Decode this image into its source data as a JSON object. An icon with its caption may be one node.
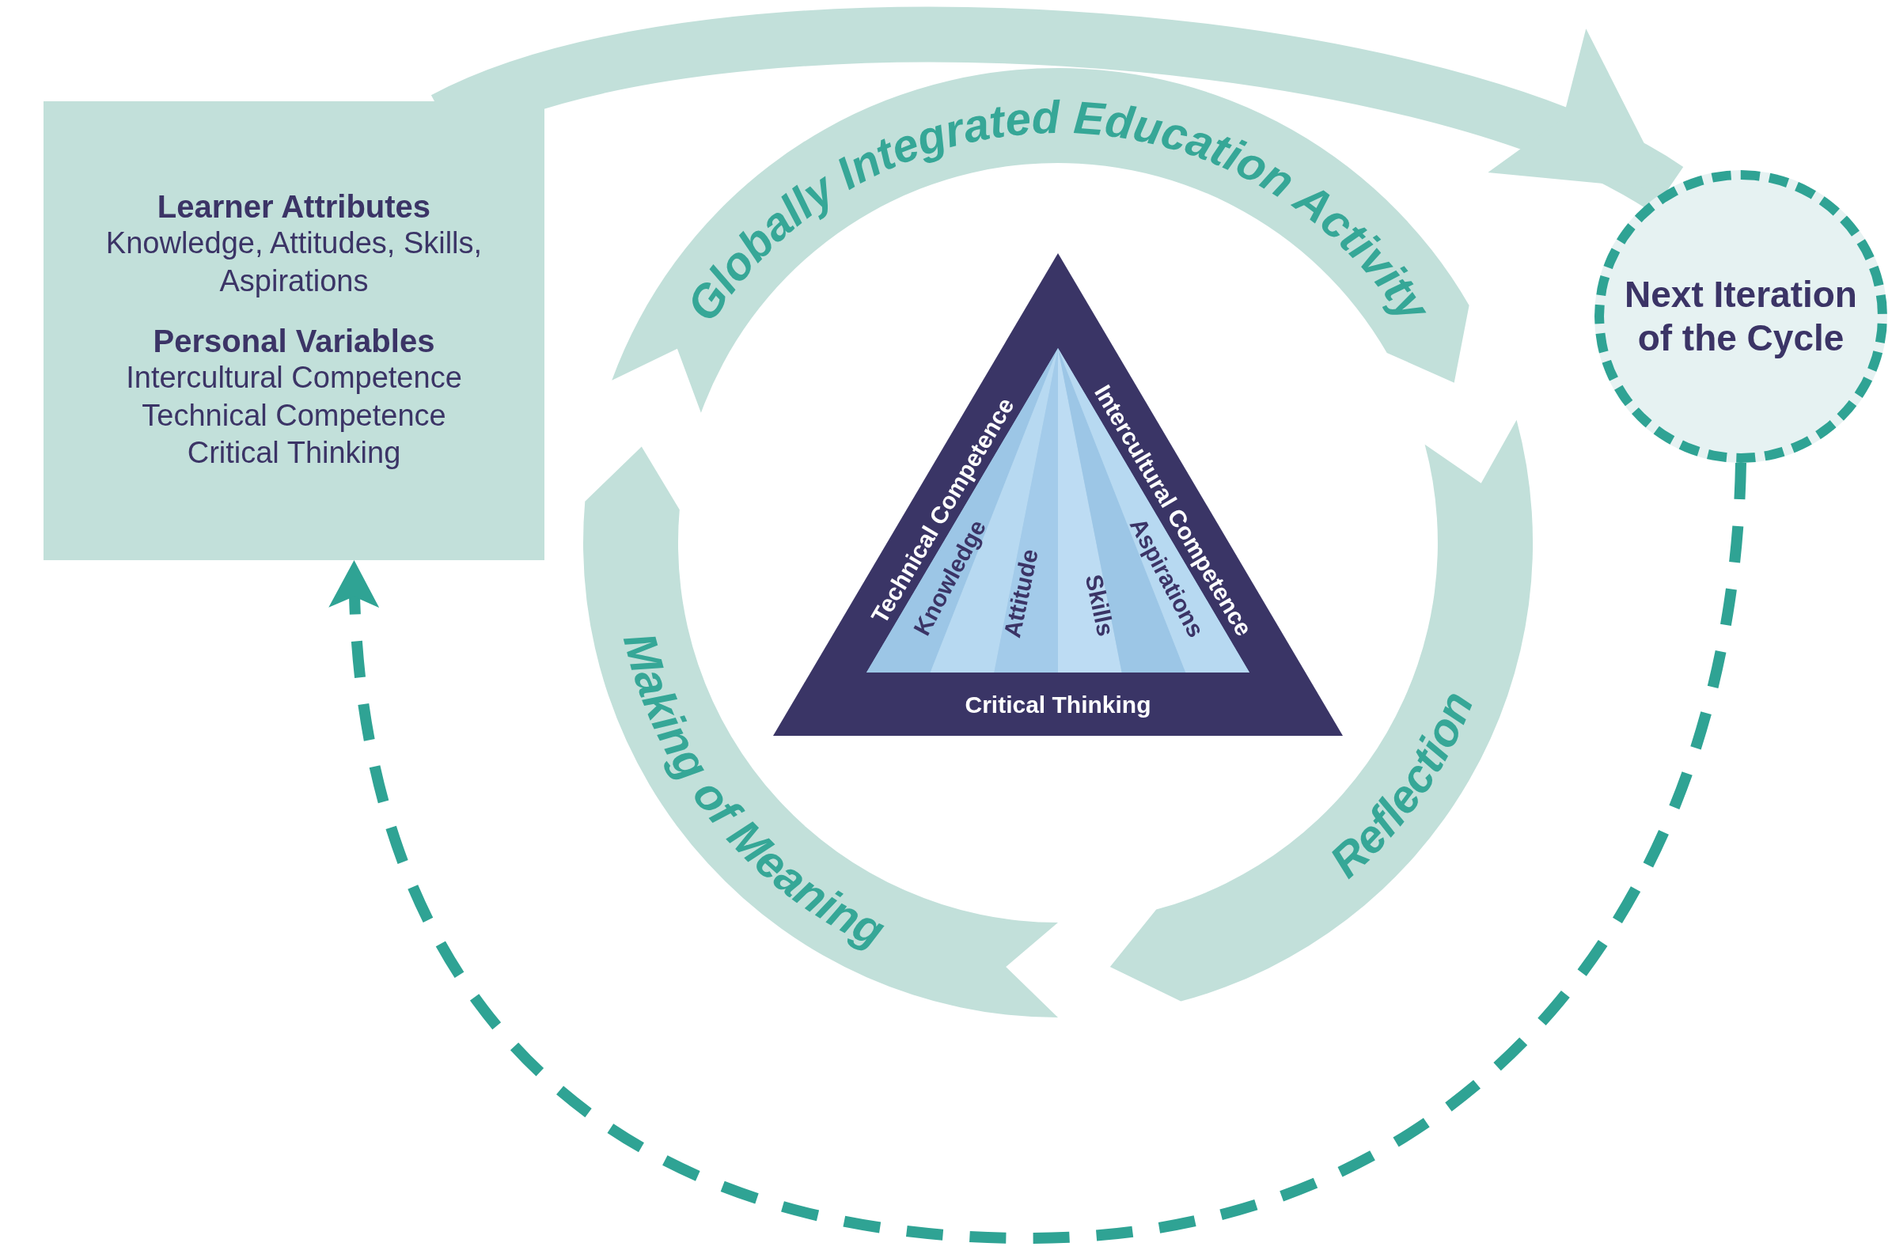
{
  "diagram": {
    "nodes": [
      {
        "text": [
          "Learner Attributes",
          "Knowledge, Attitudes, Skills, Aspirations",
          "Personal Variables",
          "Intercultural Competence Technical Competence Critical Thinking"
        ]
      },
      {
        "text": [
          "Globally Integrated Education Activity"
        ]
      },
      {
        "text": [
          "Reflection"
        ]
      },
      {
        "text": [
          "Making of Meaning"
        ]
      },
      {
        "text": [
          "Technical Competence",
          "Intercultural Competence",
          "Critical Thinking"
        ]
      },
      {
        "text": [
          "Knowledge",
          "Attitude",
          "Skills",
          "Aspirations"
        ],
        "in": 4
      },
      {
        "text": [
          "Next Iteration of the Cycle"
        ]
      }
    ],
    "edges": [
      {
        "from": 0,
        "to": 6,
        "arrow": "to",
        "style": "thick",
        "color": "#c2e0da"
      },
      {
        "from": 6,
        "to": 0,
        "arrow": "to",
        "style": "dashed",
        "color": "#2fa394"
      }
    ]
  }
}
